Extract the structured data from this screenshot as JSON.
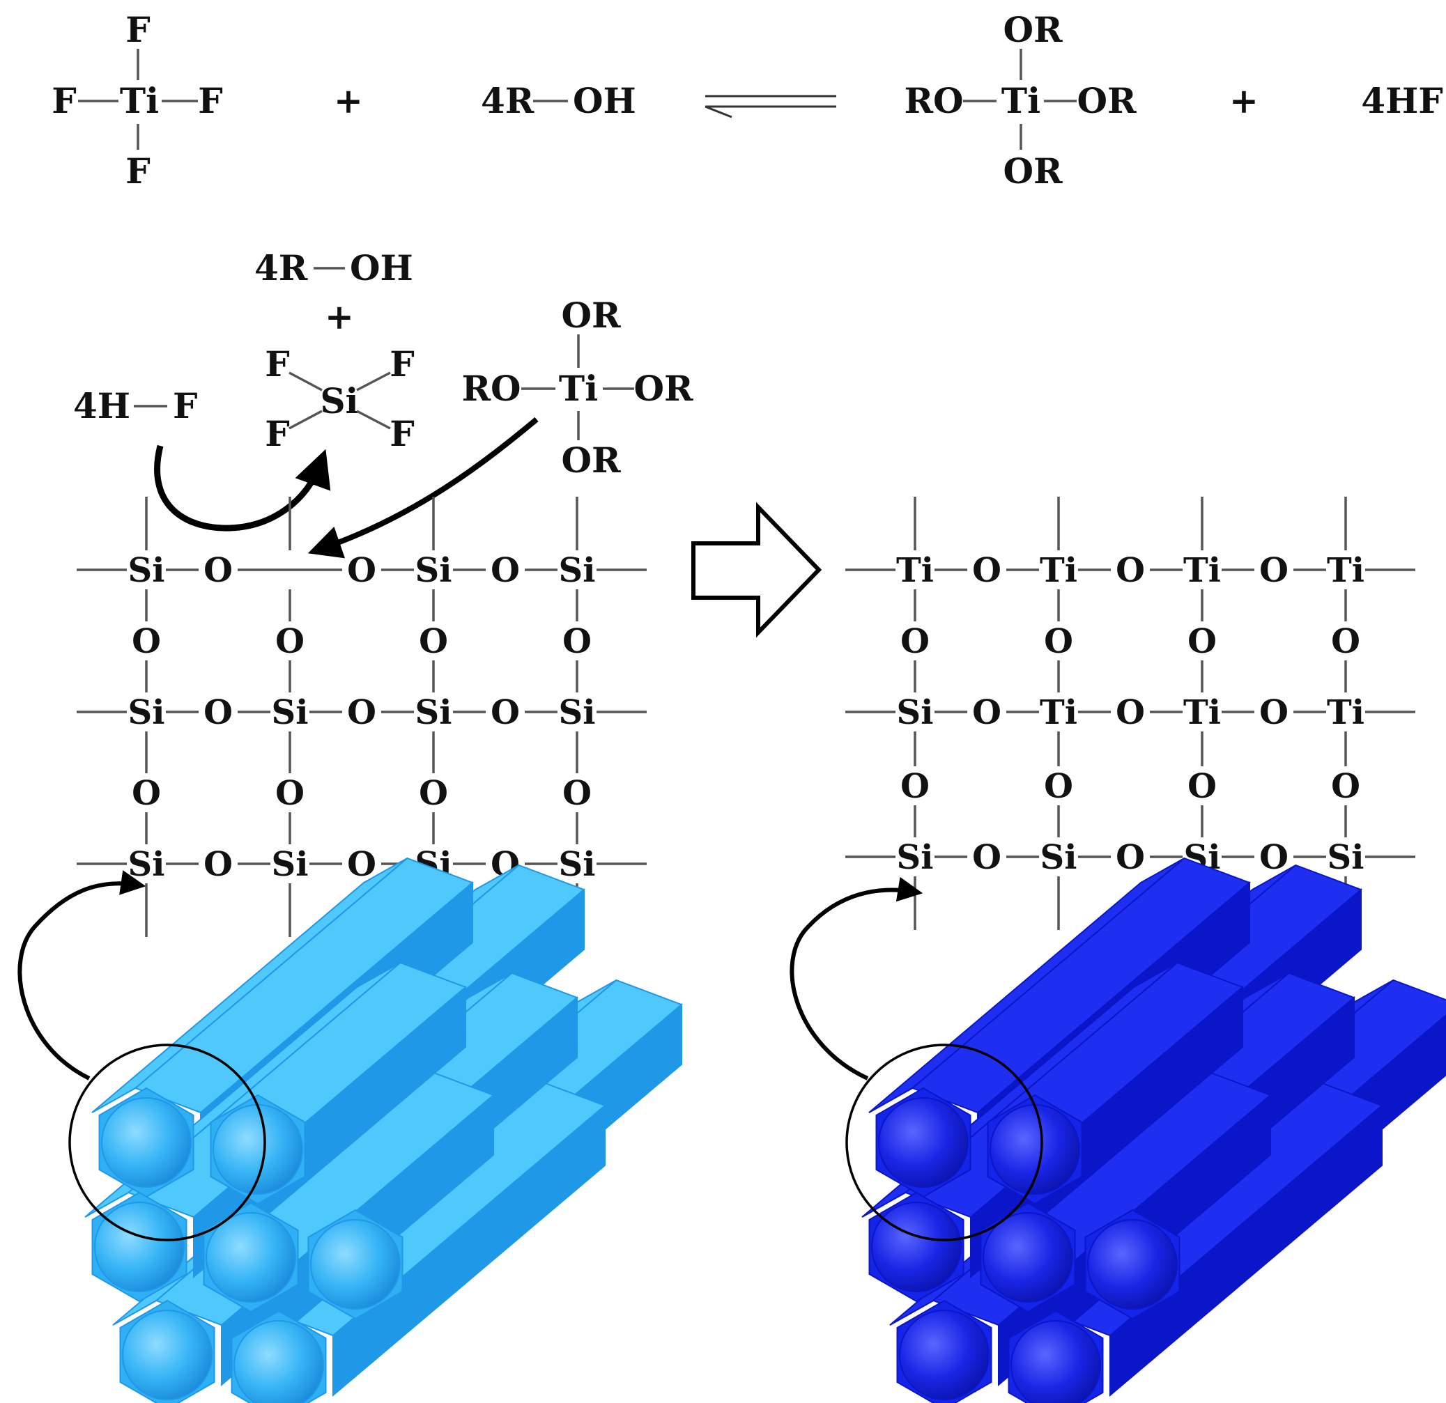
{
  "equation": {
    "tif4_center": "Ti",
    "tif4_top": "F",
    "tif4_left": "F",
    "tif4_right": "F",
    "tif4_bottom": "F",
    "plus_1": "+",
    "alcohol": "4R",
    "alcohol_oh": "OH",
    "alkoxide_center": "Ti",
    "alkoxide_top": "OR",
    "alkoxide_left": "RO",
    "alkoxide_right": "OR",
    "alkoxide_bottom": "OR",
    "plus_2": "+",
    "hf_product": "4HF"
  },
  "left_scheme": {
    "byproduct_alcohol": "4R",
    "byproduct_alcohol_oh": "OH",
    "plus": "+",
    "sif4_center": "Si",
    "sif4_f": [
      "F",
      "F",
      "F",
      "F"
    ],
    "hf_reagent": "4H",
    "hf_reagent_f": "F",
    "alkoxide_center": "Ti",
    "alkoxide_top": "OR",
    "alkoxide_left": "RO",
    "alkoxide_right": "OR",
    "alkoxide_bottom": "OR",
    "lattice_rows": [
      [
        "Si",
        "O",
        "",
        "O",
        "Si",
        "O",
        "Si"
      ],
      [
        "O",
        "O",
        "O",
        "O"
      ],
      [
        "Si",
        "O",
        "Si",
        "O",
        "Si",
        "O",
        "Si"
      ],
      [
        "O",
        "O",
        "O",
        "O"
      ],
      [
        "Si",
        "O",
        "Si",
        "O",
        "Si",
        "O",
        "Si"
      ]
    ]
  },
  "right_scheme": {
    "lattice_rows": [
      [
        "Ti",
        "O",
        "Ti",
        "O",
        "Ti",
        "O",
        "Ti"
      ],
      [
        "O",
        "O",
        "O",
        "O"
      ],
      [
        "Si",
        "O",
        "Ti",
        "O",
        "Ti",
        "O",
        "Ti"
      ],
      [
        "O",
        "O",
        "O",
        "O"
      ],
      [
        "Si",
        "O",
        "Si",
        "O",
        "Si",
        "O",
        "Si"
      ]
    ]
  },
  "colors": {
    "silica_top": "#4fc8fb",
    "silica_front": "#2fb0f5",
    "silica_side": "#1f98e8",
    "titania_top": "#1f2ff2",
    "titania_front": "#1424e8",
    "titania_side": "#0b16c8"
  }
}
